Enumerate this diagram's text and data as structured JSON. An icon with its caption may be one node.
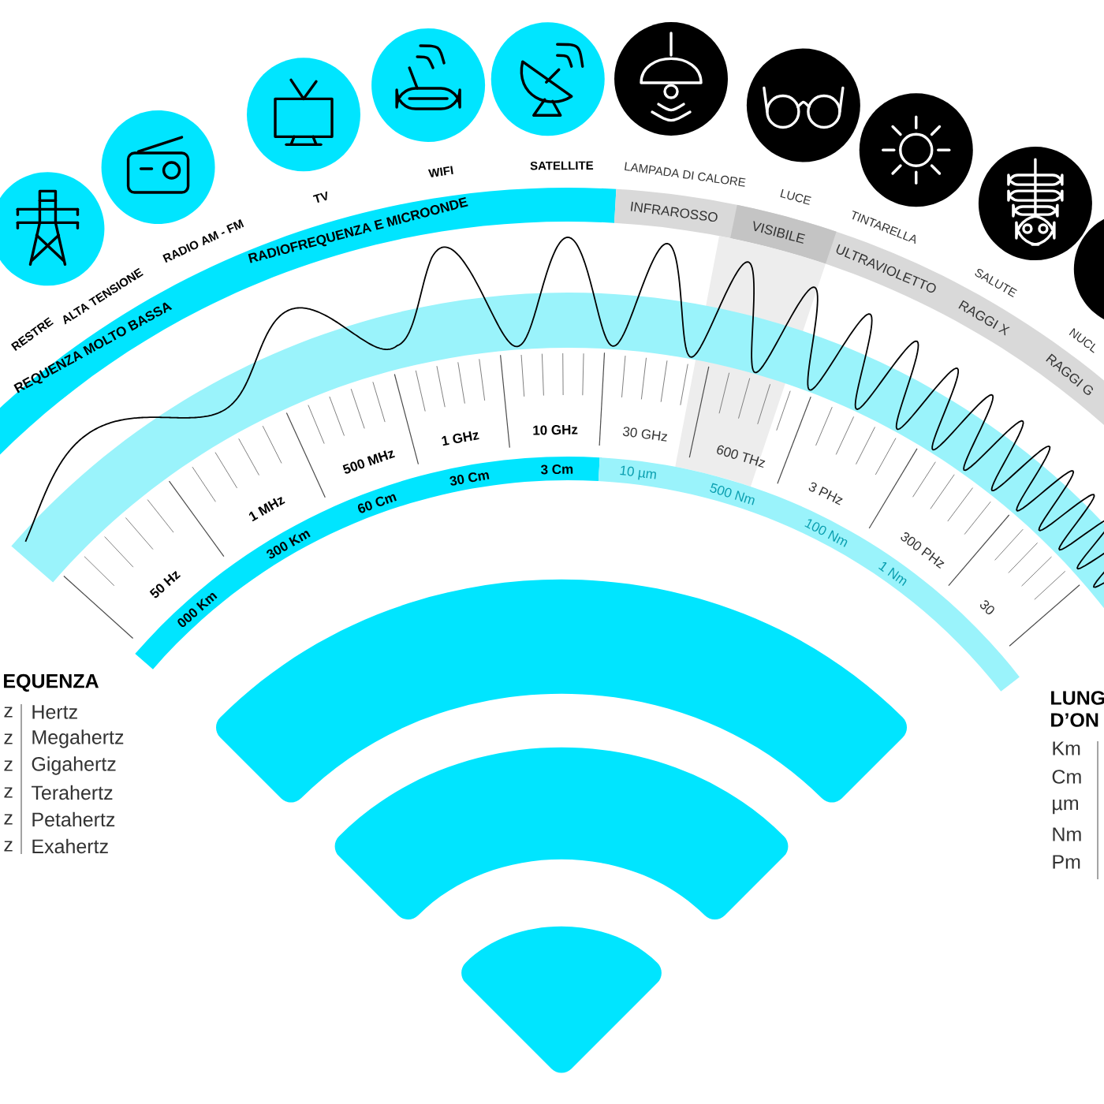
{
  "diagram": {
    "nodes": [
      {
        "text": [],
        "shape": "circle",
        "beside": [
          "ALTA TENSIONE"
        ]
      },
      {
        "text": [],
        "shape": "circle",
        "beside": [
          "RADIO AM - FM"
        ]
      },
      {
        "text": [],
        "shape": "circle",
        "beside": [
          "TV"
        ]
      },
      {
        "text": [],
        "shape": "circle",
        "beside": [
          "WIFI"
        ]
      },
      {
        "text": [],
        "shape": "circle",
        "beside": [
          "SATELLITE"
        ]
      },
      {
        "text": [],
        "shape": "circle"
      },
      {
        "text": [],
        "shape": "circle",
        "beside": [
          "LUCE"
        ]
      },
      {
        "text": [],
        "shape": "circle",
        "beside": [
          "TINTARELLA"
        ]
      },
      {
        "text": [],
        "shape": "circle",
        "beside": [
          "SALUTE"
        ]
      },
      {
        "text": [],
        "shape": "circle",
        "beside": [
          "NUCL"
        ]
      }
    ],
    "labels": [
      "RESTRE",
      "REQUENZA MOLTO BASSA",
      "RADIOFREQUENZA E MICROONDE",
      "INFRAROSSO",
      "VISIBILE",
      "ULTRAVIOLETTO",
      "RAGGI X",
      "RAGGI G",
      "50 Hz",
      "1 MHz",
      "500 MHz",
      "1 GHz",
      "10 GHz",
      "30 GHz",
      "600 THz",
      "3 PHz",
      "300 PHz",
      "30",
      "000 Km",
      "300 Km",
      "60 Cm",
      "30 Cm",
      "3 Cm",
      "10 µm",
      "500 Nm",
      "100 Nm",
      "1 Nm",
      "EQUENZA",
      "z",
      "Hertz",
      "z",
      "Megahertz",
      "z",
      "Gigahertz",
      "z",
      "Terahertz",
      "z",
      "Petahertz",
      "z",
      "Exahertz",
      "LUNG",
      "D’ON",
      "Km",
      "Cm",
      "µm",
      "Nm",
      "Pm",
      "LAMPADA DI CALORE"
    ]
  }
}
